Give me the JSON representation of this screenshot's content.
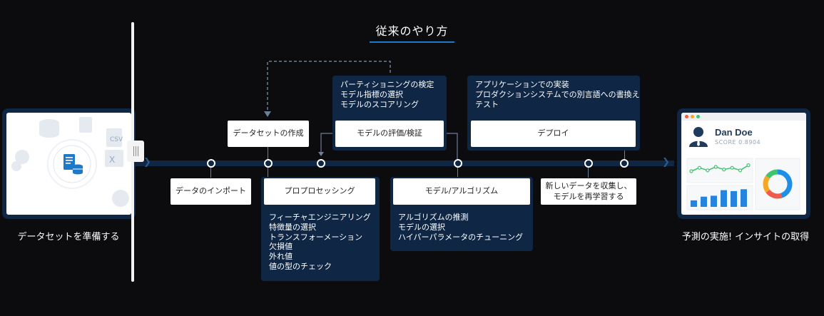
{
  "title": "従来のやり方",
  "left_caption": "データセットを準備する",
  "right_caption": "予測の実施! インサイトの取得",
  "boxes": {
    "import": "データのインポート",
    "create": "データセットの作成",
    "preprocess": "プロプロセッシング",
    "evaluate": "モデルの評価/検証",
    "model": "モデル/アルゴリズム",
    "deploy": "デプロイ",
    "retrain_line1": "新しいデータを収集し、",
    "retrain_line2": "モデルを再学習する"
  },
  "panels": {
    "evaluate": [
      "パーティショニングの検定",
      "モデル指標の選択",
      "モデルのスコアリング"
    ],
    "deploy": [
      "アプリケーションでの実装",
      "プロダクションシステムでの別言語への書換え",
      "テスト"
    ],
    "preprocess": [
      "フィーチャエンジニアリング",
      "特徴量の選択",
      "トランスフォーメーション",
      "欠損値",
      "外れ値",
      "値の型のチェック"
    ],
    "model": [
      "アルゴリズムの推測",
      "モデルの選択",
      "ハイパーパラメータのチューニング"
    ]
  },
  "dashboard": {
    "name": "Dan Doe",
    "score": "SCORE 0.8904",
    "bar_values": [
      0.35,
      0.55,
      0.6,
      0.9,
      0.85,
      0.95
    ],
    "line_values": [
      0.5,
      0.7,
      0.55,
      0.75,
      0.6,
      0.7,
      0.55,
      0.85
    ],
    "donut_segments": [
      {
        "color": "#1f8ee6",
        "fraction": 0.45
      },
      {
        "color": "#f15b4a",
        "fraction": 0.2
      },
      {
        "color": "#f5a623",
        "fraction": 0.2
      },
      {
        "color": "#3ec46d",
        "fraction": 0.15
      }
    ],
    "window_dots": [
      "#f15b4a",
      "#f5a623",
      "#3ec46d"
    ]
  },
  "left_icons": {
    "csv_label": "CSV",
    "xls_label": "X"
  },
  "colors": {
    "accent": "#1d79c9",
    "panel": "#0f2745",
    "dash_blue": "#2584de",
    "dash_green": "#3ec46d"
  }
}
